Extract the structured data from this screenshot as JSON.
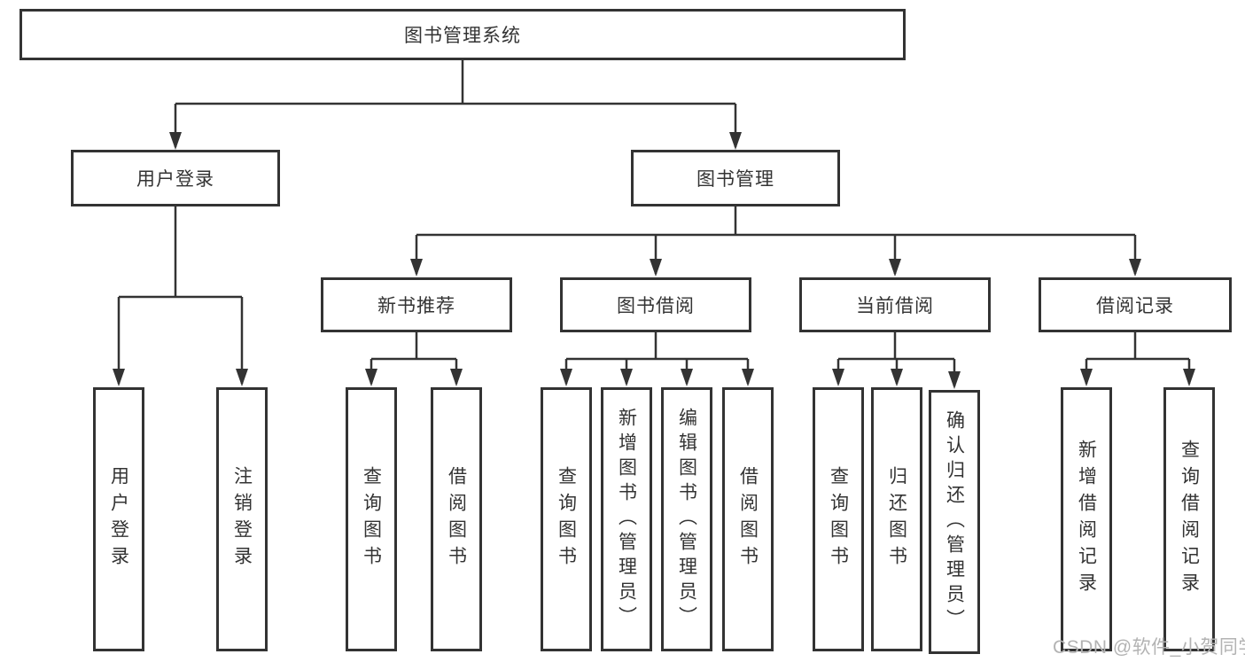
{
  "nodes": {
    "root": "图书管理系统",
    "user_login": "用户登录",
    "book_mgmt": "图书管理",
    "new_book_rec": "新书推荐",
    "book_borrow": "图书借阅",
    "current_borrow": "当前借阅",
    "borrow_record": "借阅记录",
    "login_leaf_1": "用户登录",
    "login_leaf_2": "注销登录",
    "rec_leaf_1": "查询图书",
    "rec_leaf_2": "借阅图书",
    "borrow_leaf_1": "查询图书",
    "borrow_leaf_2": "新增图书（管理员）",
    "borrow_leaf_3": "编辑图书（管理员）",
    "borrow_leaf_4": "借阅图书",
    "current_leaf_1": "查询图书",
    "current_leaf_2": "归还图书",
    "current_leaf_3": "确认归还（管理员）",
    "record_leaf_1": "新增借阅记录",
    "record_leaf_2": "查询借阅记录"
  },
  "hierarchy": {
    "图书管理系统": {
      "用户登录": [
        "用户登录",
        "注销登录"
      ],
      "图书管理": {
        "新书推荐": [
          "查询图书",
          "借阅图书"
        ],
        "图书借阅": [
          "查询图书",
          "新增图书（管理员）",
          "编辑图书（管理员）",
          "借阅图书"
        ],
        "当前借阅": [
          "查询图书",
          "归还图书",
          "确认归还（管理员）"
        ],
        "借阅记录": [
          "新增借阅记录",
          "查询借阅记录"
        ]
      }
    }
  },
  "watermark": "CSDN @软件_小贺同学",
  "colors": {
    "line": "#333333",
    "text": "#333333",
    "background": "#ffffff",
    "watermark": "#b3b3b3"
  }
}
